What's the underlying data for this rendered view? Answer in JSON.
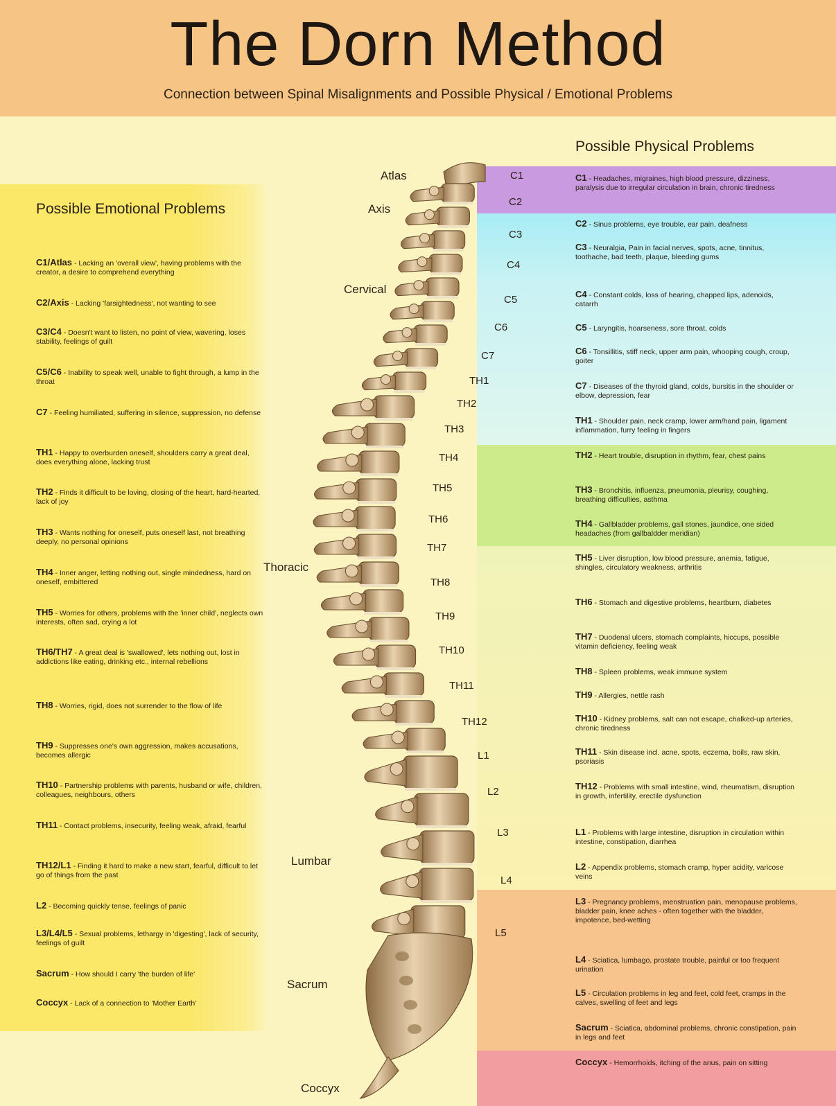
{
  "title": "The Dorn Method",
  "subtitle": "Connection between Spinal Misalignments and Possible Physical / Emotional Problems",
  "emotional": {
    "heading": "Possible Emotional Problems",
    "items": [
      {
        "key": "C1/Atlas",
        "text": "Lacking an 'overall view', having problems with the creator, a desire to comprehend everything"
      },
      {
        "key": "C2/Axis",
        "text": "Lacking 'farsightedness', not wanting to see"
      },
      {
        "key": "C3/C4",
        "text": "Doesn't want to listen, no point of view, wavering, loses stability, feelings of guilt"
      },
      {
        "key": "C5/C6",
        "text": "Inability to speak well, unable to fight through, a lump in the throat"
      },
      {
        "key": "C7",
        "text": "Feeling humiliated, suffering in silence, suppression, no defense"
      },
      {
        "key": "TH1",
        "text": "Happy to overburden oneself, shoulders carry a great deal, does everything alone, lacking trust"
      },
      {
        "key": "TH2",
        "text": "Finds it difficult to be loving, closing of the heart, hard-hearted, lack of joy"
      },
      {
        "key": "TH3",
        "text": "Wants nothing for oneself, puts oneself last, not breathing deeply, no personal opinions"
      },
      {
        "key": "TH4",
        "text": "Inner anger, letting nothing out, single mindedness, hard on oneself, embittered"
      },
      {
        "key": "TH5",
        "text": "Worries for others, problems with the 'inner child', neglects own interests, often sad, crying a lot"
      },
      {
        "key": "TH6/TH7",
        "text": "A great deal is 'swallowed', lets nothing out, lost in addictions like eating, drinking etc., internal rebellions"
      },
      {
        "key": "TH8",
        "text": "Worries, rigid, does not surrender to the flow of life"
      },
      {
        "key": "TH9",
        "text": "Suppresses one's own aggression, makes accusations, becomes allergic"
      },
      {
        "key": "TH10",
        "text": "Partnership problems with parents, husband or wife, children, colleagues, neighbours, others"
      },
      {
        "key": "TH11",
        "text": "Contact problems, insecurity, feeling weak, afraid, fearful"
      },
      {
        "key": "TH12/L1",
        "text": "Finding it hard to make a new start, fearful, difficult to let go of things from the past"
      },
      {
        "key": "L2",
        "text": "Becoming quickly tense, feelings of panic"
      },
      {
        "key": "L3/L4/L5",
        "text": "Sexual problems, lethargy in 'digesting', lack of security, feelings of guilt"
      },
      {
        "key": "Sacrum",
        "text": "How should I carry 'the burden of life'"
      },
      {
        "key": "Coccyx",
        "text": "Lack of a connection to 'Mother Earth'"
      }
    ]
  },
  "physical": {
    "heading": "Possible Physical Problems",
    "items": [
      {
        "key": "C1",
        "text": "Headaches, migraines, high blood pressure, dizziness, paralysis due to irregular circulation in brain, chronic tiredness"
      },
      {
        "key": "C2",
        "text": "Sinus problems, eye trouble, ear pain, deafness"
      },
      {
        "key": "C3",
        "text": "Neuralgia, Pain in facial nerves, spots, acne, tinnitus, toothache, bad teeth, plaque, bleeding gums"
      },
      {
        "key": "C4",
        "text": "Constant colds, loss of hearing, chapped lips, adenoids, catarrh"
      },
      {
        "key": "C5",
        "text": "Laryngitis, hoarseness, sore throat, colds"
      },
      {
        "key": "C6",
        "text": "Tonsillitis, stiff neck, upper arm pain, whooping cough, croup, goiter"
      },
      {
        "key": "C7",
        "text": "Diseases of the thyroid gland, colds, bursitis in the shoulder or elbow, depression, fear"
      },
      {
        "key": "TH1",
        "text": "Shoulder pain, neck cramp, lower arm/hand pain, ligament inflammation, furry feeling in fingers"
      },
      {
        "key": "TH2",
        "text": "Heart trouble, disruption in rhythm, fear, chest pains"
      },
      {
        "key": "TH3",
        "text": "Bronchitis, influenza, pneumonia, pleurisy, coughing, breathing difficulties, asthma"
      },
      {
        "key": "TH4",
        "text": "Gallbladder problems, gall stones, jaundice, one sided headaches (from gallbaldder meridian)"
      },
      {
        "key": "TH5",
        "text": "Liver disruption, low blood pressure, anemia, fatigue, shingles, circulatory weakness, arthritis"
      },
      {
        "key": "TH6",
        "text": "Stomach and digestive problems, heartburn, diabetes"
      },
      {
        "key": "TH7",
        "text": "Duodenal ulcers, stomach complaints, hiccups, possible vitamin deficiency, feeling weak"
      },
      {
        "key": "TH8",
        "text": "Spleen problems, weak immune system"
      },
      {
        "key": "TH9",
        "text": "Allergies, nettle rash"
      },
      {
        "key": "TH10",
        "text": "Kidney problems, salt can not escape, chalked-up arteries, chronic tiredness"
      },
      {
        "key": "TH11",
        "text": "Skin disease incl. acne, spots, eczema, boils, raw skin, psoriasis"
      },
      {
        "key": "TH12",
        "text": "Problems with small intestine, wind, rheumatism, disruption in growth, infertility, erectile dysfunction"
      },
      {
        "key": "L1",
        "text": "Problems with large intestine, disruption in circulation within intestine, constipation, diarrhea"
      },
      {
        "key": "L2",
        "text": "Appendix problems, stomach cramp, hyper acidity, varicose veins"
      },
      {
        "key": "L3",
        "text": "Pregnancy problems, menstruation pain, menopause problems, bladder pain, knee aches - often together with the bladder, impotence, bed-wetting"
      },
      {
        "key": "L4",
        "text": "Sciatica, lumbago, prostate trouble, painful or too frequent urination"
      },
      {
        "key": "L5",
        "text": "Circulation problems in leg and feet, cold feet, cramps in the calves, swelling of feet and legs"
      },
      {
        "key": "Sacrum",
        "text": "Sciatica, abdominal problems, chronic constipation, pain in legs and feet"
      },
      {
        "key": "Coccyx",
        "text": "Hemorrhoids, itching of the anus, pain on sitting"
      }
    ]
  },
  "regions": {
    "atlas": "Atlas",
    "axis": "Axis",
    "cervical": "Cervical",
    "thoracic": "Thoracic",
    "lumbar": "Lumbar",
    "sacrum": "Sacrum",
    "coccyx": "Coccyx"
  },
  "vertebrae": [
    "C1",
    "C2",
    "C3",
    "C4",
    "C5",
    "C6",
    "C7",
    "TH1",
    "TH2",
    "TH3",
    "TH4",
    "TH5",
    "TH6",
    "TH7",
    "TH8",
    "TH9",
    "TH10",
    "TH11",
    "TH12",
    "L1",
    "L2",
    "L3",
    "L4",
    "L5"
  ],
  "colors": {
    "header": "#f6c585",
    "background": "#fbf4c1",
    "highlight": "#fbe768",
    "band_purple": "#c99ae0",
    "band_cyan": "#c9f2f4",
    "band_green": "#cdeb8a",
    "band_orange": "#f6c48c",
    "band_red": "#f39e9e",
    "bone": "#d9c09a"
  }
}
